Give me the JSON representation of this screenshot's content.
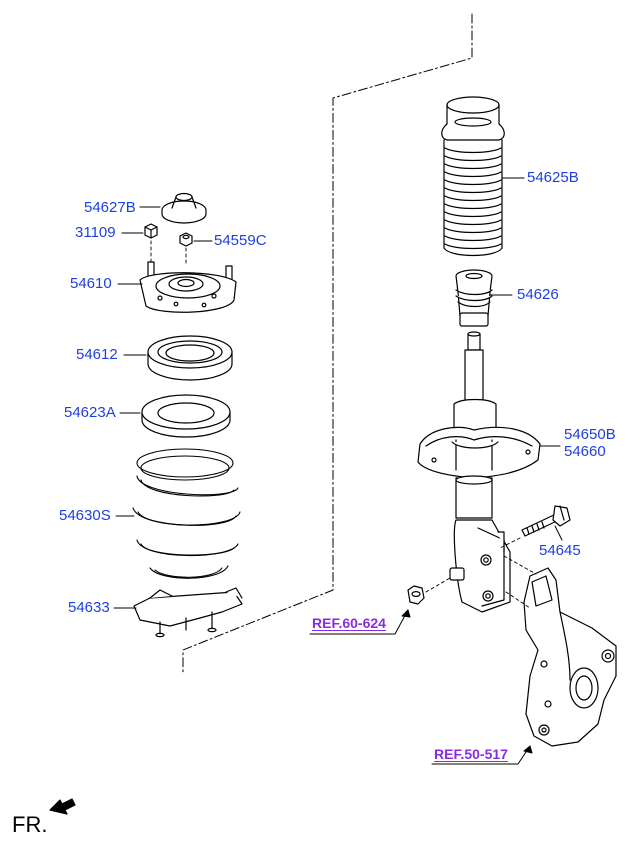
{
  "labels": {
    "p54627b": "54627B",
    "p31109": "31109",
    "p54559c": "54559C",
    "p54610": "54610",
    "p54612": "54612",
    "p54623a": "54623A",
    "p54630s": "54630S",
    "p54633": "54633",
    "p54625b": "54625B",
    "p54626": "54626",
    "p54650b": "54650B",
    "p54660": "54660",
    "p54645": "54645"
  },
  "refs": {
    "ref_60_624": "REF.60-624",
    "ref_50_517": "REF.50-517"
  },
  "front_marker": "FR.",
  "colors": {
    "part_number": "#1f3fe0",
    "reference": "#8a2be2",
    "linework": "#000000"
  }
}
